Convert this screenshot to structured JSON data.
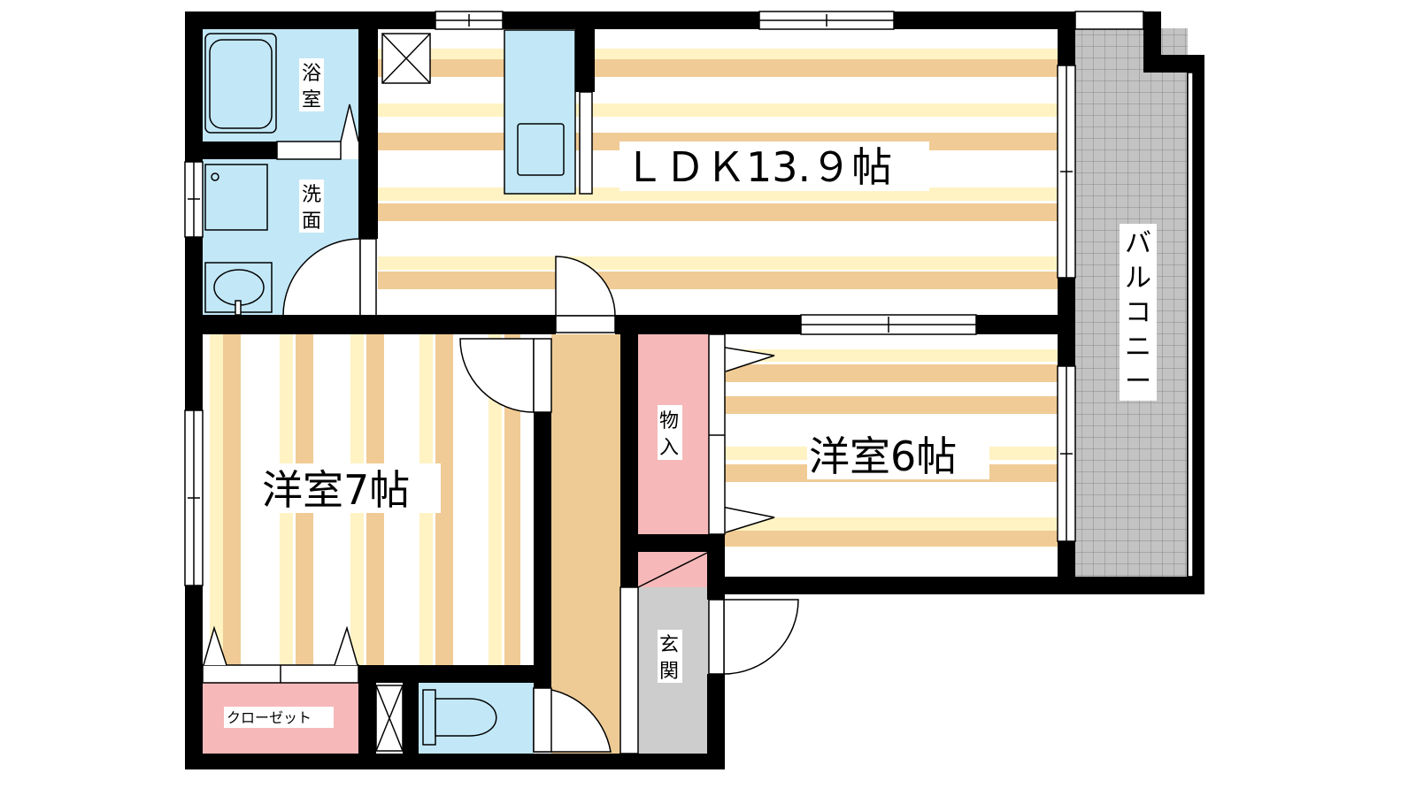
{
  "rooms": {
    "ldk": "ＬＤＫ13.９帖",
    "western7": "洋室7帖",
    "western6": "洋室6帖",
    "bath": [
      "浴",
      "室"
    ],
    "washroom": [
      "洗",
      "面"
    ],
    "storage": [
      "物",
      "入"
    ],
    "entrance": [
      "玄",
      "関"
    ],
    "balcony": [
      "バ",
      "ル",
      "コ",
      "ニ",
      "ー"
    ],
    "closet": "クローゼット"
  },
  "colors": {
    "wall": "#000000",
    "stripe_cream": "#fff3c4",
    "stripe_tan": "#f0cb95",
    "corridor": "#eecb95",
    "wet_area": "#c2e8f7",
    "storage_pink": "#f6b8b9",
    "entrance_gray": "#cdcdcd",
    "balcony_tile": "#c3c3c3"
  }
}
